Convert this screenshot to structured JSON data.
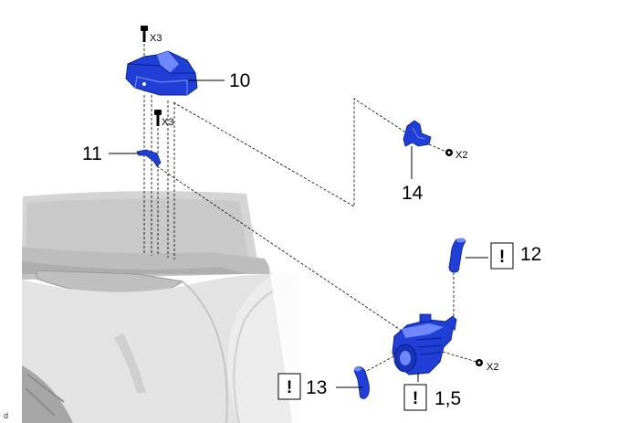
{
  "callouts": {
    "part10": "10",
    "part11": "11",
    "part12": "12",
    "part13": "13",
    "part14": "14",
    "part1_5": "1,5"
  },
  "quantities": {
    "top_bolts": "X3",
    "mid_bolts": "X3",
    "bracket14_bolts": "X2",
    "compressor_bolts": "X2"
  },
  "notice_symbol": "!",
  "corner_mark": "d",
  "colors": {
    "part_blue": "#1f3fd6",
    "part_blue_dark": "#0b1f8c",
    "part_blue_light": "#6f88ff",
    "line": "#000000",
    "vehicle_gray": "#d9d9d9"
  },
  "icons": [
    "notice-icon",
    "bolt-icon"
  ]
}
